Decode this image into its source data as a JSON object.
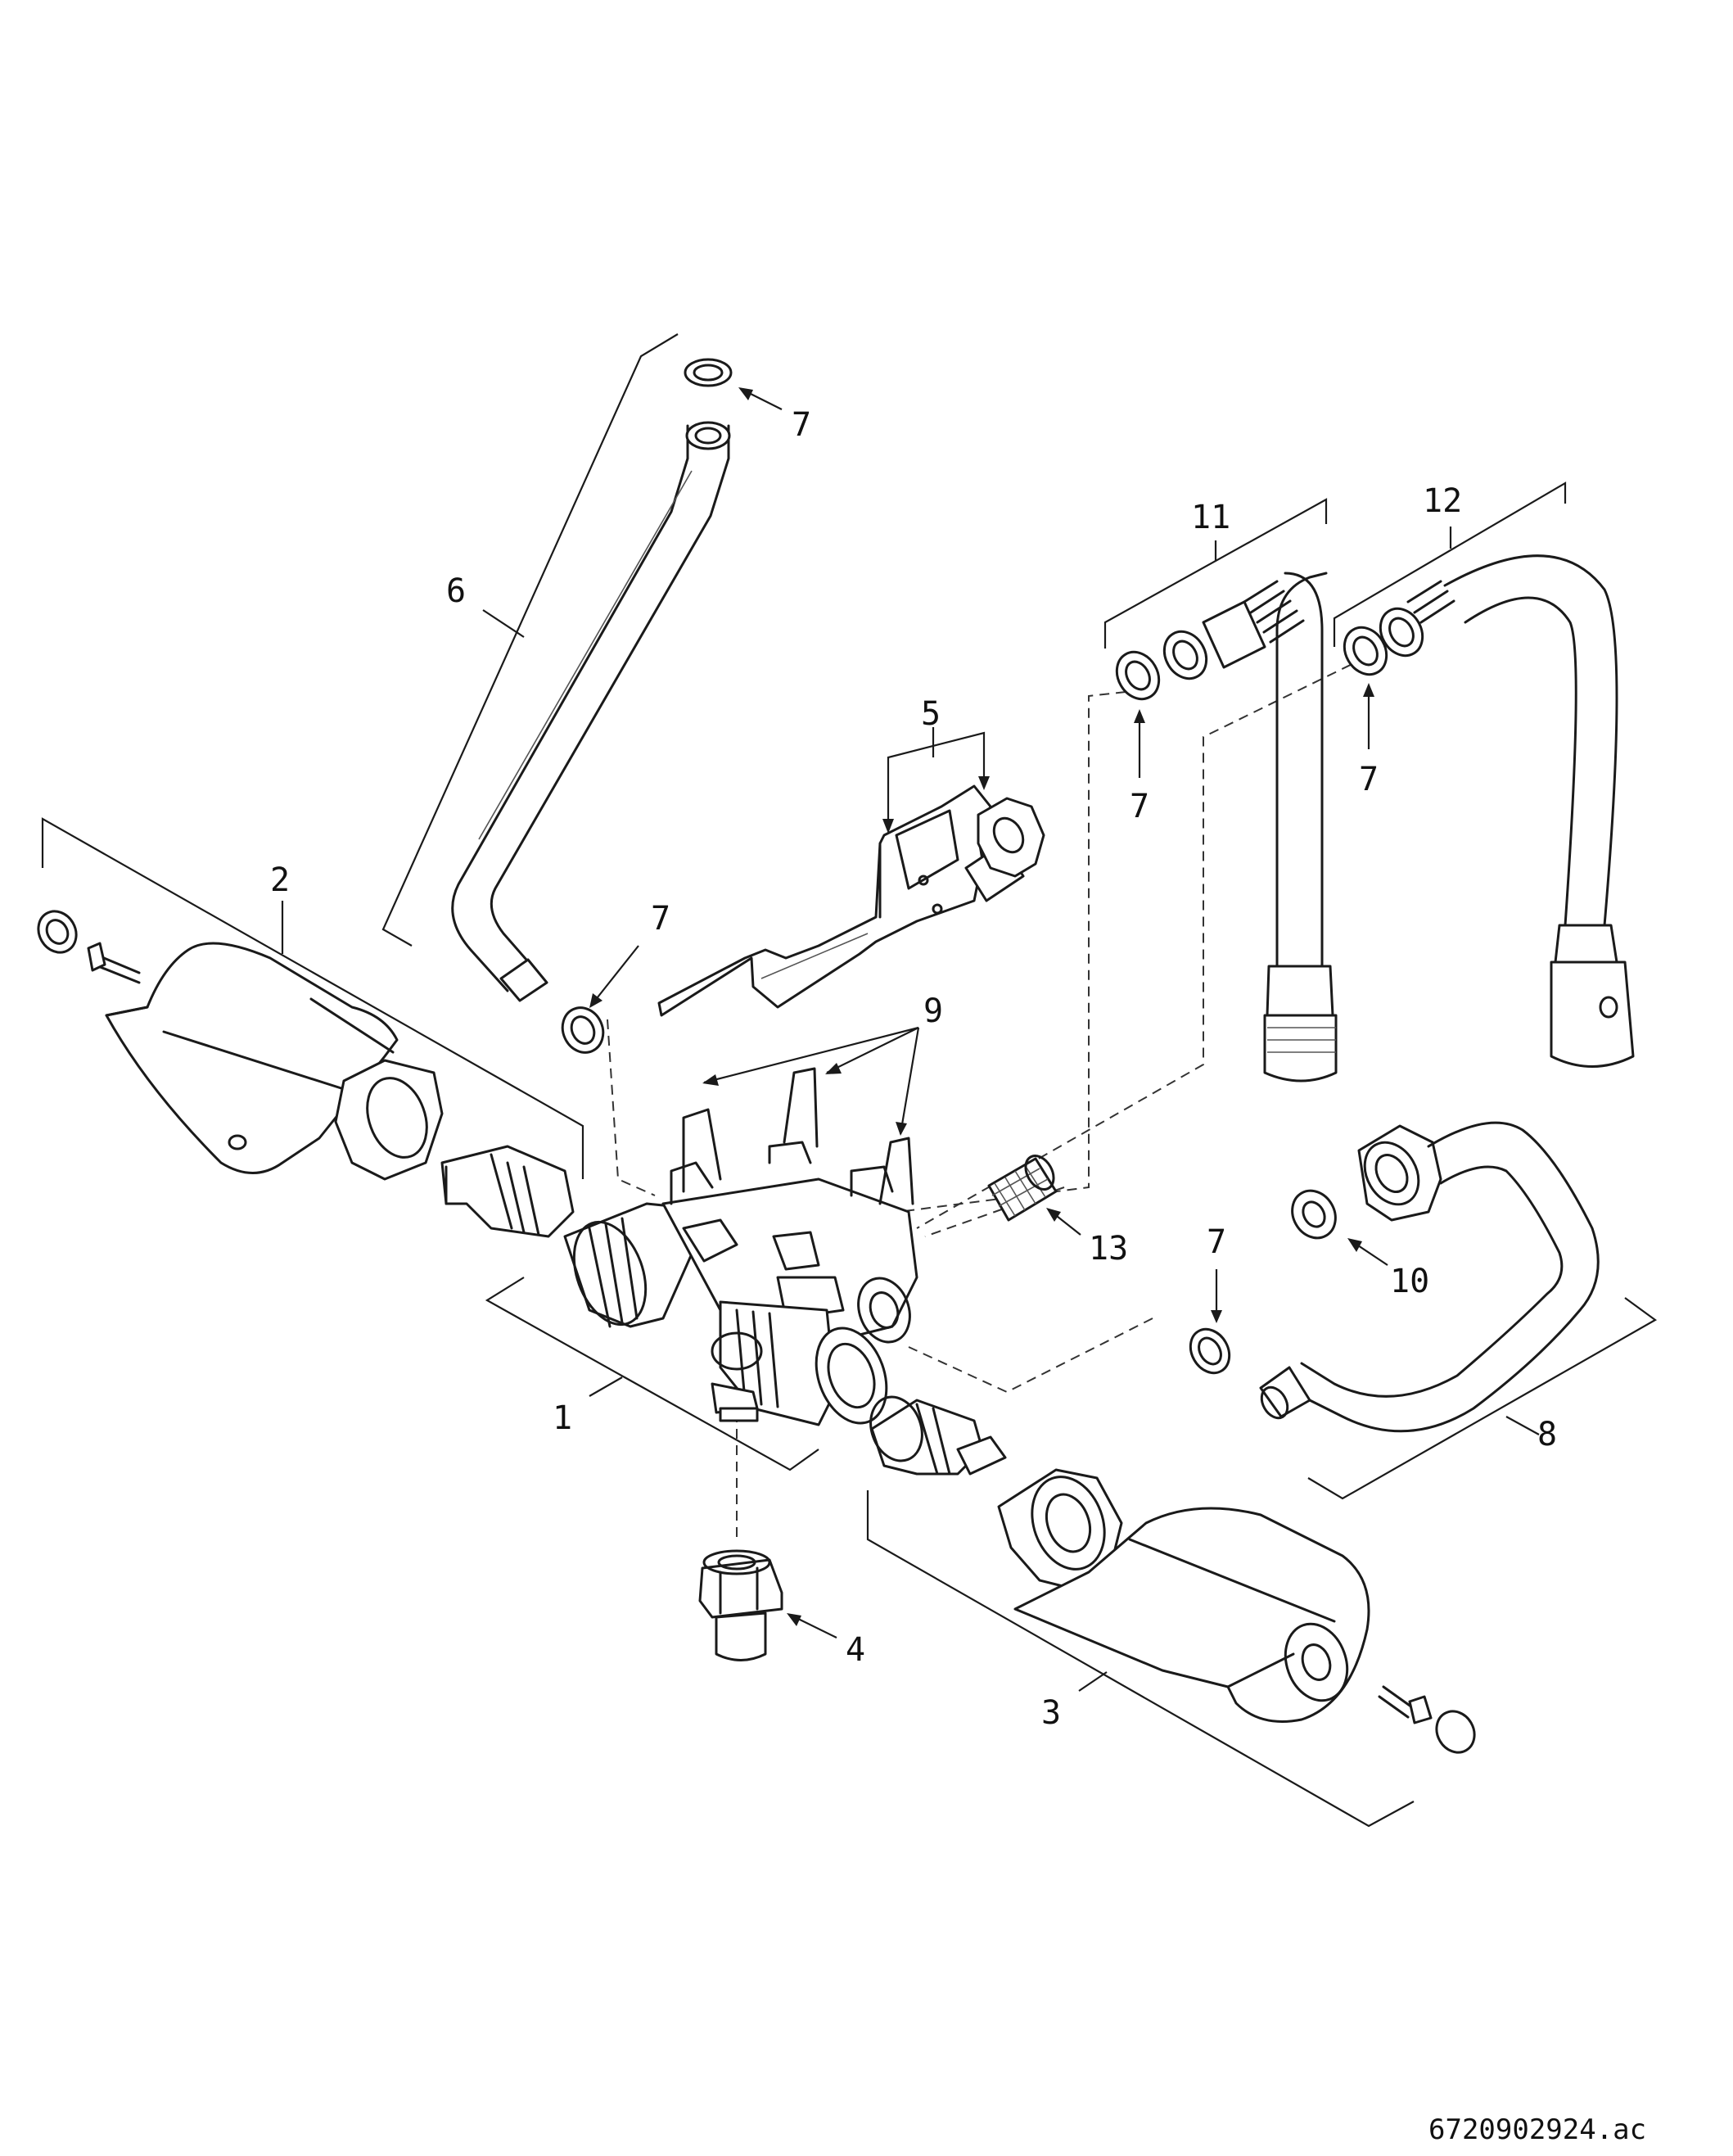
{
  "drawing": {
    "labels": {
      "l1": "1",
      "l2": "2",
      "l3": "3",
      "l4": "4",
      "l5": "5",
      "l6": "6",
      "l7a": "7",
      "l7b": "7",
      "l7c": "7",
      "l7d": "7",
      "l7e": "7",
      "l8": "8",
      "l9": "9",
      "l10": "10",
      "l11": "11",
      "l12": "12",
      "l13": "13"
    },
    "reference_number": "6720902924.ac"
  }
}
